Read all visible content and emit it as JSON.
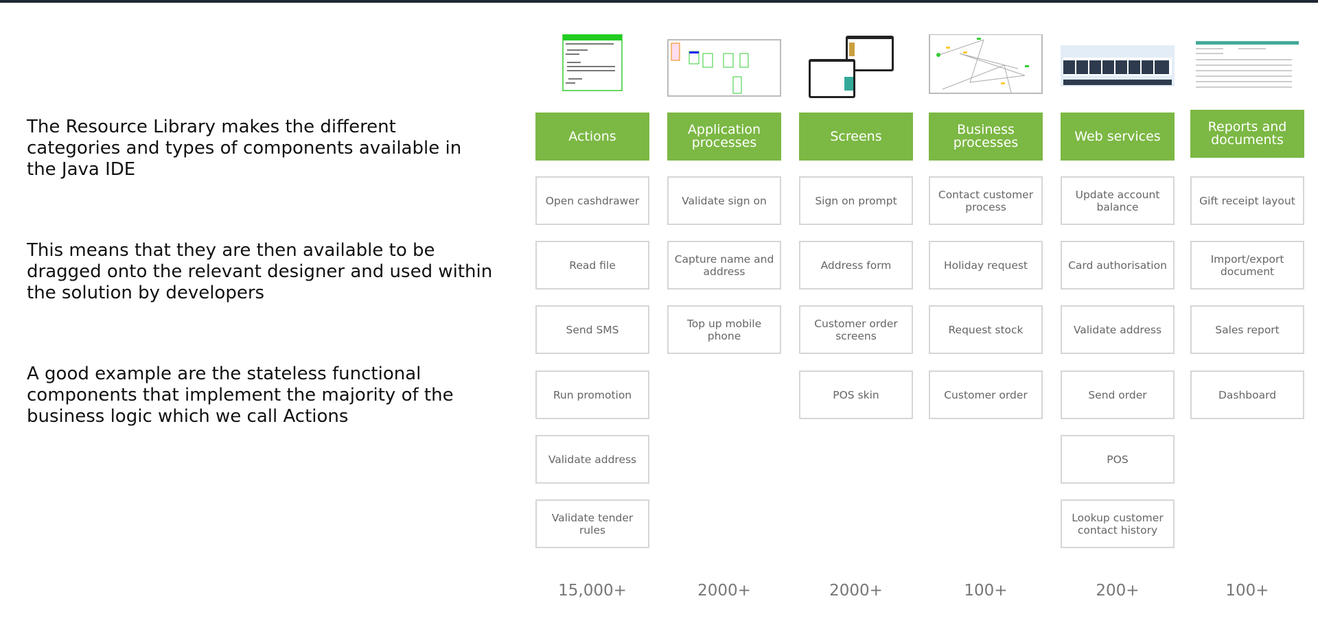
{
  "intro": [
    "The Resource Library makes the different categories and types of components available in the Java IDE",
    "This means that they are then available to be dragged onto the relevant designer and used within the solution by developers",
    "A good example are the stateless functional components that implement the majority of the business logic which we call Actions"
  ],
  "colors": {
    "header_green": "#7cb844",
    "item_border": "#d6d6d6",
    "text_gray": "#666666"
  },
  "columns": [
    {
      "title": "Actions",
      "count": "15,000+",
      "thumbnail": "action-editor-thumbnail",
      "items": [
        "Open cashdrawer",
        "Read file",
        "Send SMS",
        "Run promotion",
        "Validate address",
        "Validate tender rules"
      ]
    },
    {
      "title": "Application processes",
      "count": "2000+",
      "thumbnail": "process-diagram-thumbnail",
      "items": [
        "Validate sign on",
        "Capture name and address",
        "Top up mobile phone"
      ]
    },
    {
      "title": "Screens",
      "count": "2000+",
      "thumbnail": "tablet-screens-thumbnail",
      "items": [
        "Sign on prompt",
        "Address form",
        "Customer order screens",
        "POS skin"
      ]
    },
    {
      "title": "Business processes",
      "count": "100+",
      "thumbnail": "workflow-diagram-thumbnail",
      "items": [
        "Contact customer process",
        "Holiday request",
        "Request stock",
        "Customer order"
      ]
    },
    {
      "title": "Web services",
      "count": "200+",
      "thumbnail": "services-diagram-thumbnail",
      "items": [
        "Update account balance",
        "Card authorisation",
        "Validate address",
        "Send order",
        "POS",
        "Lookup customer contact history"
      ]
    },
    {
      "title": "Reports and documents",
      "count": "100+",
      "thumbnail": "report-table-thumbnail",
      "items": [
        "Gift receipt layout",
        "Import/export document",
        "Sales report",
        "Dashboard"
      ]
    }
  ]
}
